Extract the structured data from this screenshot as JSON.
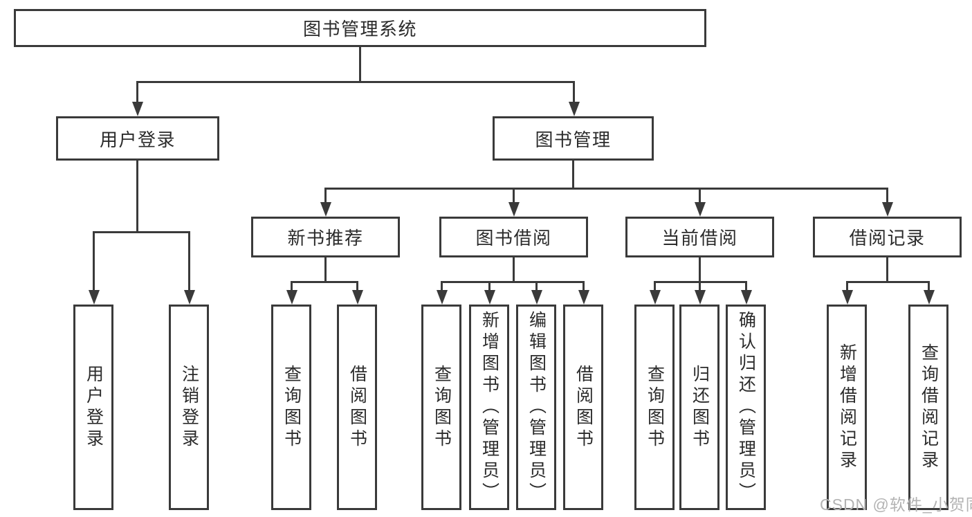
{
  "colors": {
    "line": "#3a3a3a",
    "text": "#2b2b2b",
    "watermark": "#b3b3b3",
    "bg": "#ffffff"
  },
  "watermark": "CSDN @软件_小贺同学",
  "tree": {
    "root": "图书管理系统",
    "level2": [
      "用户登录",
      "图书管理"
    ],
    "level3": [
      "新书推荐",
      "图书借阅",
      "当前借阅",
      "借阅记录"
    ],
    "leaves_user": [
      "用户登录",
      "注销登录"
    ],
    "leaves_recommend": [
      "查询图书",
      "借阅图书"
    ],
    "leaves_borrow": [
      "查询图书",
      "新增图书（管理员）",
      "编辑图书（管理员）",
      "借阅图书"
    ],
    "leaves_current": [
      "查询图书",
      "归还图书",
      "确认归还（管理员）"
    ],
    "leaves_records": [
      "新增借阅记录",
      "查询借阅记录"
    ]
  }
}
